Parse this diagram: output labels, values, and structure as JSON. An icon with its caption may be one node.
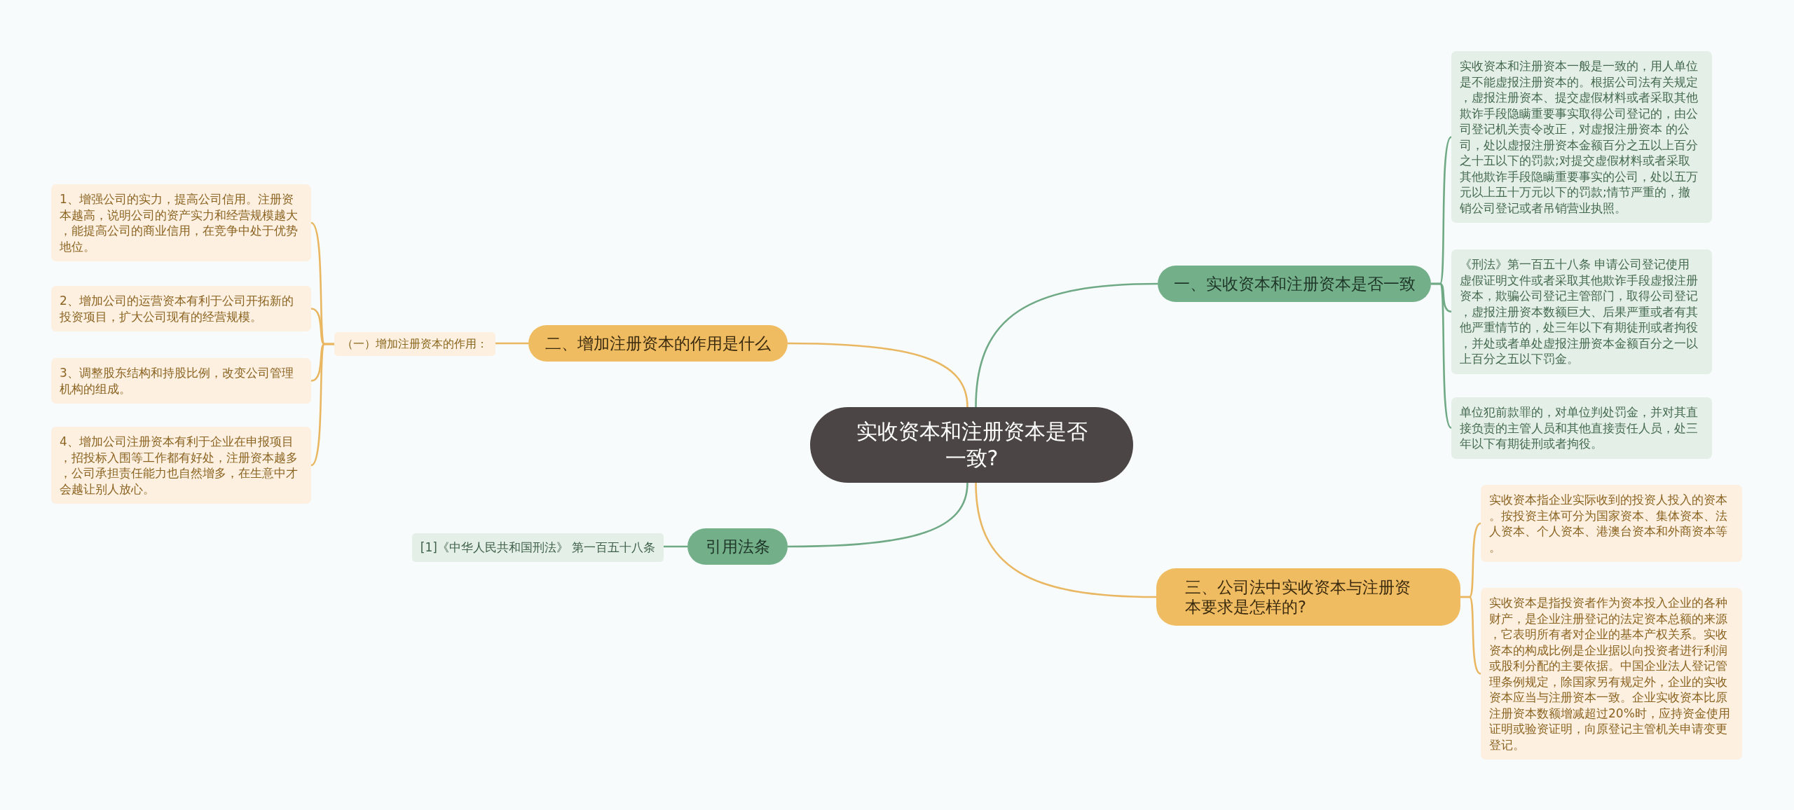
{
  "diagram": {
    "nodes": [
      {
        "text": [
          "实收资本和注册资本是否一致?"
        ]
      },
      {
        "text": [
          "一、实收资本和注册资本是否一致"
        ]
      },
      {
        "text": [
          "实收资本和注册资本一般是一致的，用人单位是不能虚报注册资本的。根据公司法有关规定，虚报注册资本、提交虚假材料或者采取其他欺诈手段隐瞒重要事实取得公司登记的，由公司登记机关责令改正，对虚报注册资本 的公司，处以虚报注册资本金额百分之五以上百分之十五以下的罚款;对提交虚假材料或者采取其他欺诈手段隐瞒重要事实的公司，处以五万元以上五十万元以下的罚款;情节严重的，撤销公司登记或者吊销营业执照。"
        ]
      },
      {
        "text": [
          "《刑法》第一百五十八条 申请公司登记使用虚假证明文件或者采取其他欺诈手段虚报注册资本，欺骗公司登记主管部门，取得公司登记，虚报注册资本数额巨大、后果严重或者有其他严重情节的，处三年以下有期徒刑或者拘役，并处或者单处虚报注册资本金额百分之一以上百分之五以下罚金。"
        ]
      },
      {
        "text": [
          "单位犯前款罪的，对单位判处罚金，并对其直接负责的主管人员和其他直接责任人员，处三年以下有期徒刑或者拘役。"
        ]
      },
      {
        "text": [
          "三、公司法中实收资本与注册资本要求是怎样的?"
        ]
      },
      {
        "text": [
          "实收资本指企业实际收到的投资人投入的资本。按投资主体可分为国家资本、集体资本、法人资本、个人资本、港澳台资本和外商资本等。"
        ]
      },
      {
        "text": [
          "实收资本是指投资者作为资本投入企业的各种财产，是企业注册登记的法定资本总额的来源，它表明所有者对企业的基本产权关系。实收资本的构成比例是企业据以向投资者进行利润或股利分配的主要依据。中国企业法人登记管理条例规定，除国家另有规定外，企业的实收资本应当与注册资本一致。企业实收资本比原注册资本数额增减超过20%时，应持资金使用证明或验资证明，向原登记主管机关申请变更登记。"
        ]
      },
      {
        "text": [
          "二、增加注册资本的作用是什么"
        ]
      },
      {
        "text": [
          "（一）增加注册资本的作用："
        ]
      },
      {
        "text": [
          "1、增强公司的实力，提高公司信用。注册资本越高，说明公司的资产实力和经营规模越大，能提高公司的商业信用，在竞争中处于优势地位。"
        ]
      },
      {
        "text": [
          "2、增加公司的运营资本有利于公司开拓新的投资项目，扩大公司现有的经营规模。"
        ]
      },
      {
        "text": [
          "3、调整股东结构和持股比例，改变公司管理机构的组成。"
        ]
      },
      {
        "text": [
          "4、增加公司注册资本有利于企业在申报项目，招投标入围等工作都有好处，注册资本越多，公司承担责任能力也自然增多，在生意中才会越让别人放心。"
        ]
      },
      {
        "text": [
          "引用法条"
        ]
      },
      {
        "text": [
          "[1]《中华人民共和国刑法》 第一百五十八条"
        ]
      }
    ],
    "edges": [
      {
        "from": 0,
        "to": 1,
        "arrow": "none",
        "color": "#6fa985"
      },
      {
        "from": 1,
        "to": 2,
        "arrow": "none",
        "color": "#6fa985"
      },
      {
        "from": 1,
        "to": 3,
        "arrow": "none",
        "color": "#6fa985"
      },
      {
        "from": 1,
        "to": 4,
        "arrow": "none",
        "color": "#6fa985"
      },
      {
        "from": 0,
        "to": 5,
        "arrow": "none"
      },
      {
        "from": 5,
        "to": 6,
        "arrow": "none"
      },
      {
        "from": 5,
        "to": 7,
        "arrow": "none"
      },
      {
        "from": 0,
        "to": 8,
        "arrow": "none"
      },
      {
        "from": 8,
        "to": 9,
        "arrow": "none"
      },
      {
        "from": 9,
        "to": 10,
        "arrow": "none"
      },
      {
        "from": 9,
        "to": 11,
        "arrow": "none"
      },
      {
        "from": 9,
        "to": 12,
        "arrow": "none"
      },
      {
        "from": 9,
        "to": 13,
        "arrow": "none"
      },
      {
        "from": 0,
        "to": 14,
        "arrow": "none",
        "color": "#6fa985"
      },
      {
        "from": 14,
        "to": 15,
        "arrow": "none",
        "color": "#6fa985"
      }
    ]
  }
}
